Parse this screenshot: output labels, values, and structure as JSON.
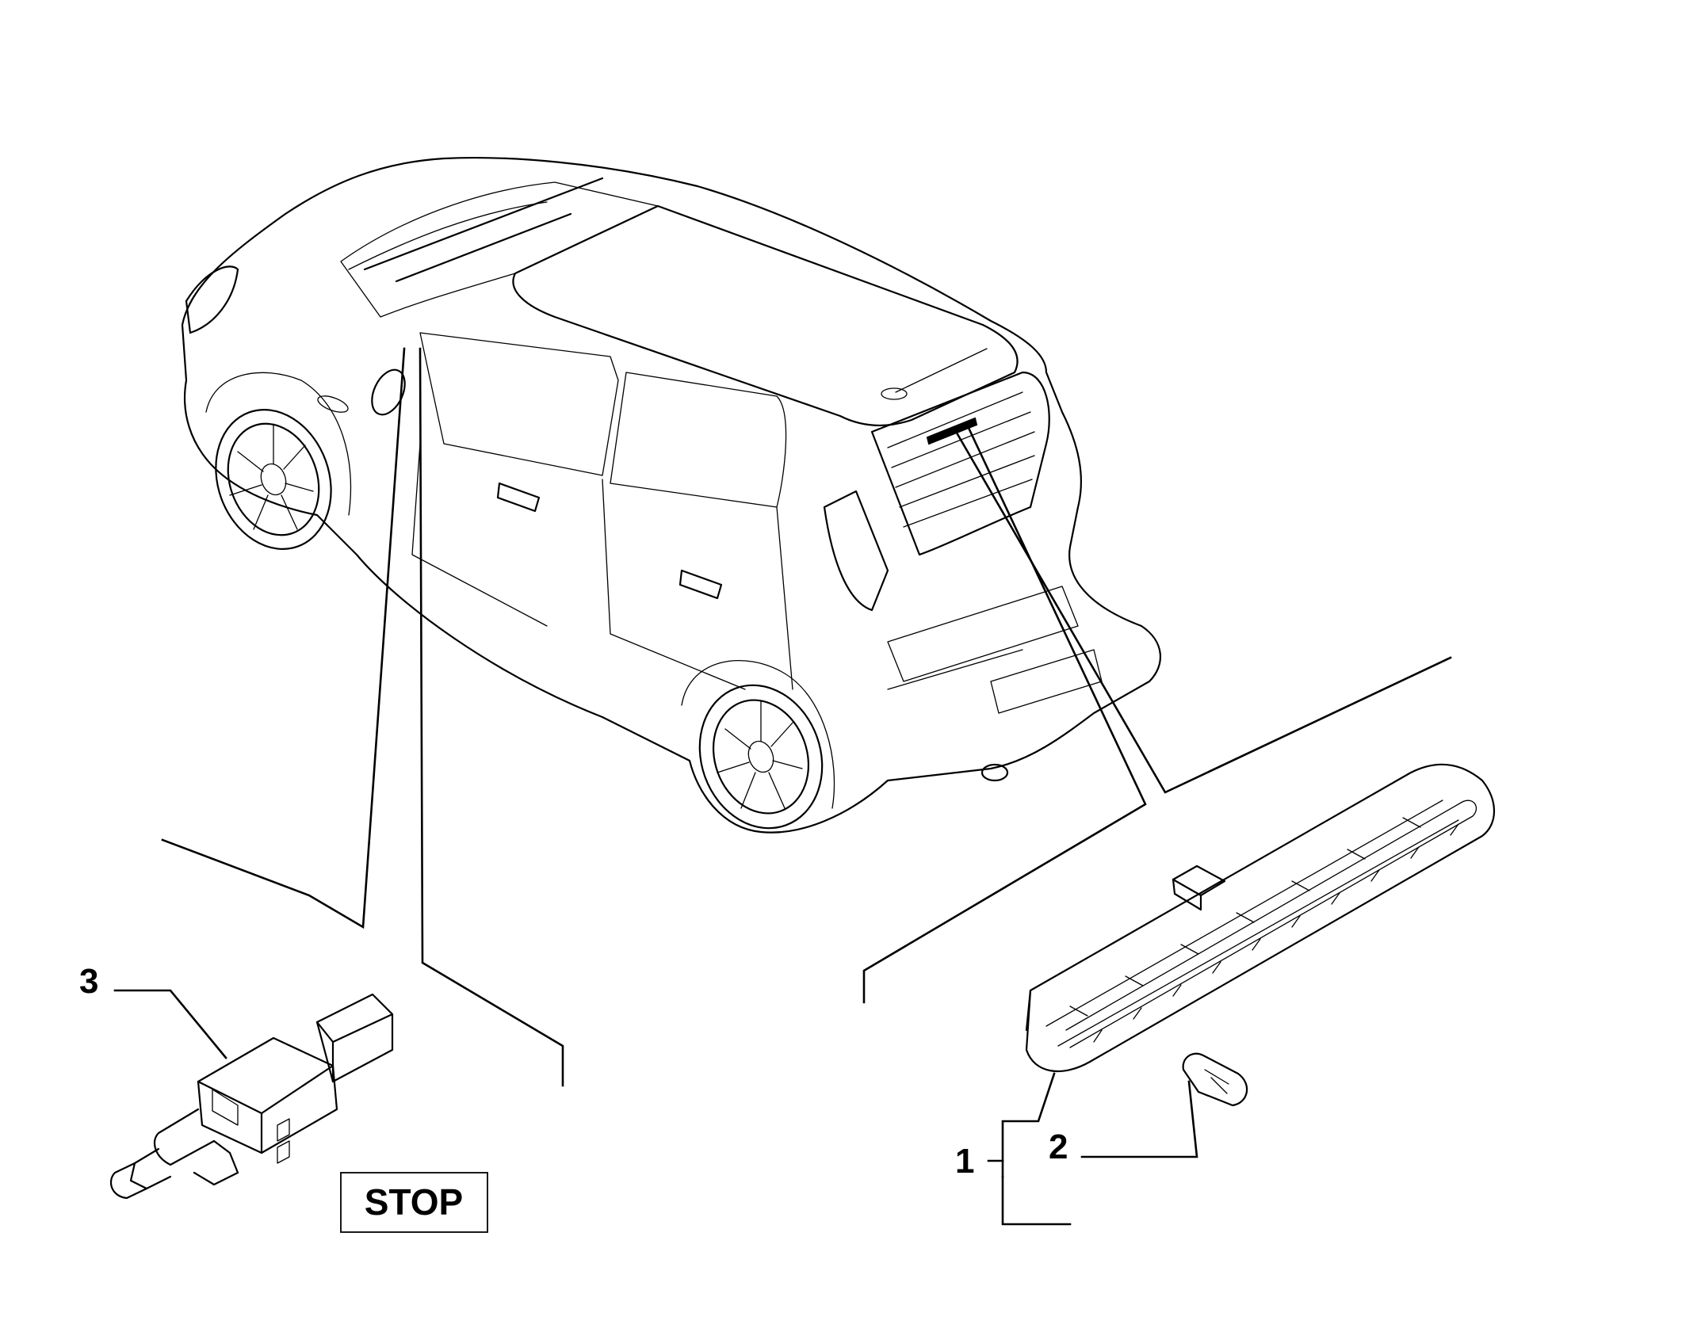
{
  "callouts": [
    {
      "id": "1",
      "label": "1"
    },
    {
      "id": "2",
      "label": "2"
    },
    {
      "id": "3",
      "label": "3"
    }
  ],
  "stop_box": {
    "label": "STOP"
  },
  "icons": [
    "car-drawing",
    "brake-light-bar-icon",
    "bulb-icon",
    "stop-switch-icon"
  ]
}
